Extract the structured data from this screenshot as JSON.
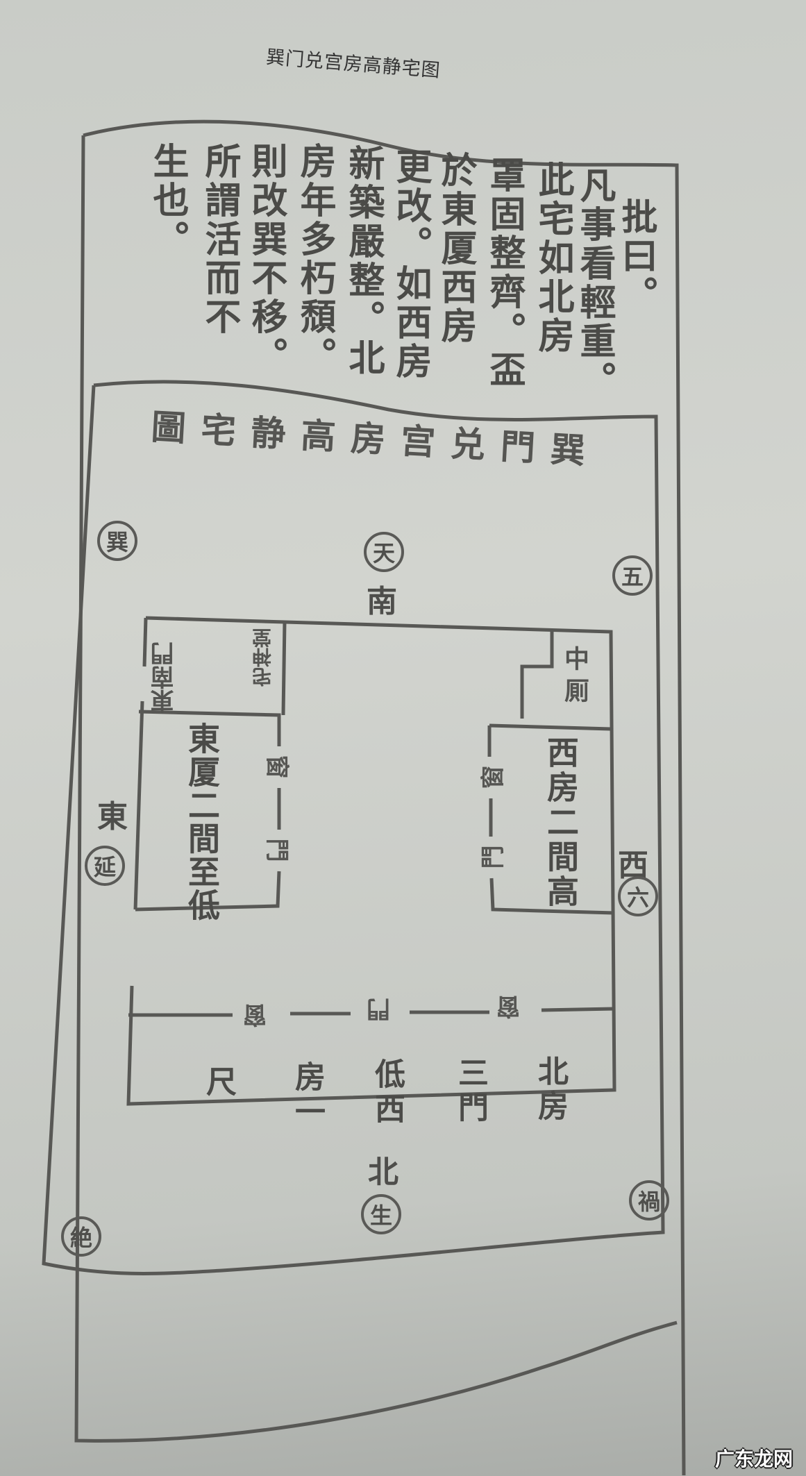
{
  "page": {
    "title": "巽门兑宫房高静宅图",
    "watermark": "广东龙网"
  },
  "commentary": {
    "heading": "批曰。",
    "columns": [
      "凡事看輕重。",
      "此宅如北房",
      "罩固整齊。盃",
      "於東厦西房",
      "更改。如西房",
      "新築嚴整。北",
      "房年多朽頹。",
      "則改巽不移。",
      "所謂活而不",
      "生也。"
    ]
  },
  "plan": {
    "title": "巽門兑宫房高静宅圖",
    "compass": {
      "top_left_circle": "巽",
      "top_center_circle": "天",
      "top_center_label": "南",
      "top_right_circle": "五",
      "left_label": "東",
      "left_circle": "延",
      "right_label": "西",
      "right_circle": "六",
      "bottom_center_label": "北",
      "bottom_center_circle": "生",
      "bottom_left_circle": "絶",
      "bottom_right_circle": "禍"
    },
    "rooms": {
      "gate": "東南門",
      "shrine": "宅神堂",
      "toilet": "中厠",
      "east_wing": "東厦二間至低",
      "west_room": "西房二間高",
      "north_room": [
        "北房",
        "三門",
        "低西",
        "房一",
        "尺"
      ]
    },
    "wall_marks": {
      "east_wing_window": "窗",
      "east_wing_door": "門",
      "west_room_window": "窗",
      "west_room_door": "門",
      "divider": [
        "窗",
        "門",
        "窗"
      ]
    }
  }
}
